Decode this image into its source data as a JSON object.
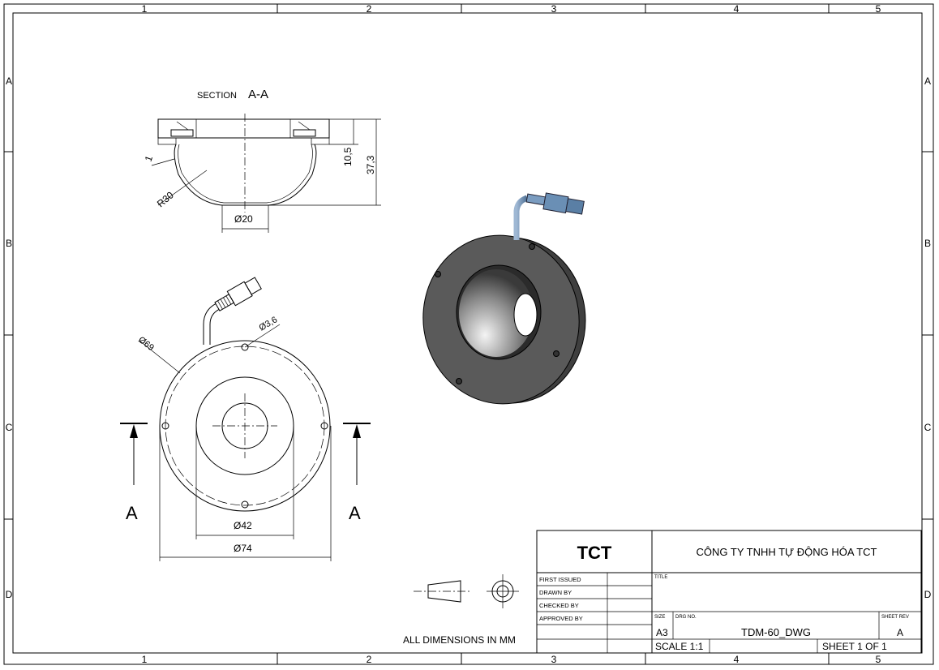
{
  "border": {
    "columns": [
      "1",
      "2",
      "3",
      "4",
      "5"
    ],
    "rows": [
      "A",
      "B",
      "C",
      "D"
    ]
  },
  "section_view": {
    "label_prefix": "SECTION",
    "label_name": "A-A",
    "dims": {
      "thickness": "1",
      "radius": "R30",
      "bottom_diameter": "Ø20",
      "flange_height": "10,5",
      "total_height": "37,3"
    }
  },
  "front_view": {
    "dims": {
      "pcd": "Ø69",
      "hole": "Ø3,6",
      "inner": "Ø42",
      "outer": "Ø74"
    },
    "section_marker_left": "A",
    "section_marker_right": "A"
  },
  "units_note": "ALL DIMENSIONS IN MM",
  "title_block": {
    "logo": "TCT",
    "company": "CÔNG TY TNHH TỰ ĐỘNG HÓA TCT",
    "labels": [
      "FIRST ISSUED",
      "DRAWN BY",
      "CHECKED BY",
      "APPROVED BY"
    ],
    "title_label": "TITLE",
    "size_label": "SIZE",
    "size": "A3",
    "drg_no_label": "DRG NO.",
    "drg_no": "TDM-60_DWG",
    "sheet_rev_label": "SHEET REV",
    "sheet_rev": "A",
    "scale": "SCALE 1:1",
    "sheet": "SHEET 1 OF 1"
  },
  "colors": {
    "part_dark": "#4a4a4a",
    "connector": "#6a8fb5"
  }
}
